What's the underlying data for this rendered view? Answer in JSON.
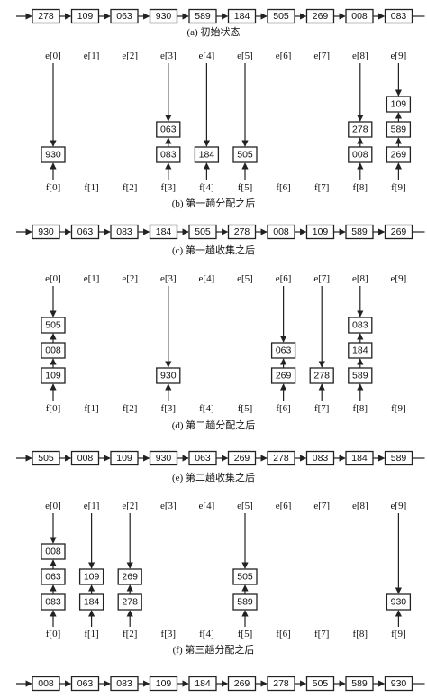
{
  "lists": [
    {
      "id": "a",
      "values": [
        "278",
        "109",
        "063",
        "930",
        "589",
        "184",
        "505",
        "269",
        "008",
        "083"
      ],
      "caption": "(a)  初始状态"
    },
    {
      "id": "c",
      "values": [
        "930",
        "063",
        "083",
        "184",
        "505",
        "278",
        "008",
        "109",
        "589",
        "269"
      ],
      "caption": "(c)  第一趟收集之后"
    },
    {
      "id": "e",
      "values": [
        "505",
        "008",
        "109",
        "930",
        "063",
        "269",
        "278",
        "083",
        "184",
        "589"
      ],
      "caption": "(e)  第二趟收集之后"
    },
    {
      "id": "g",
      "values": [
        "008",
        "063",
        "083",
        "109",
        "184",
        "269",
        "278",
        "505",
        "589",
        "930"
      ],
      "caption": ""
    }
  ],
  "distributions": [
    {
      "id": "b",
      "caption": "(b)  第一趟分配之后",
      "buckets": [
        [
          "930"
        ],
        [],
        [],
        [
          "063",
          "083"
        ],
        [
          "184"
        ],
        [
          "505"
        ],
        [],
        [],
        [
          "278",
          "008"
        ],
        [
          "109",
          "589",
          "269"
        ]
      ]
    },
    {
      "id": "d",
      "caption": "(d)  第二趟分配之后",
      "buckets": [
        [
          "505",
          "008",
          "109"
        ],
        [],
        [],
        [
          "930"
        ],
        [],
        [],
        [
          "063",
          "269"
        ],
        [
          "278"
        ],
        [
          "083",
          "184",
          "589"
        ],
        []
      ]
    },
    {
      "id": "f",
      "caption": "(f)  第三趟分配之后",
      "buckets": [
        [
          "008",
          "063",
          "083"
        ],
        [
          "109",
          "184"
        ],
        [
          "269",
          "278"
        ],
        [],
        [],
        [
          "505",
          "589"
        ],
        [],
        [],
        [],
        [
          "930"
        ]
      ]
    }
  ],
  "head_labels": [
    "e[0]",
    "e[1]",
    "e[2]",
    "e[3]",
    "e[4]",
    "e[5]",
    "e[6]",
    "e[7]",
    "e[8]",
    "e[9]"
  ],
  "tail_labels": [
    "f[0]",
    "f[1]",
    "f[2]",
    "f[3]",
    "f[4]",
    "f[5]",
    "f[6]",
    "f[7]",
    "f[8]",
    "f[9]"
  ]
}
